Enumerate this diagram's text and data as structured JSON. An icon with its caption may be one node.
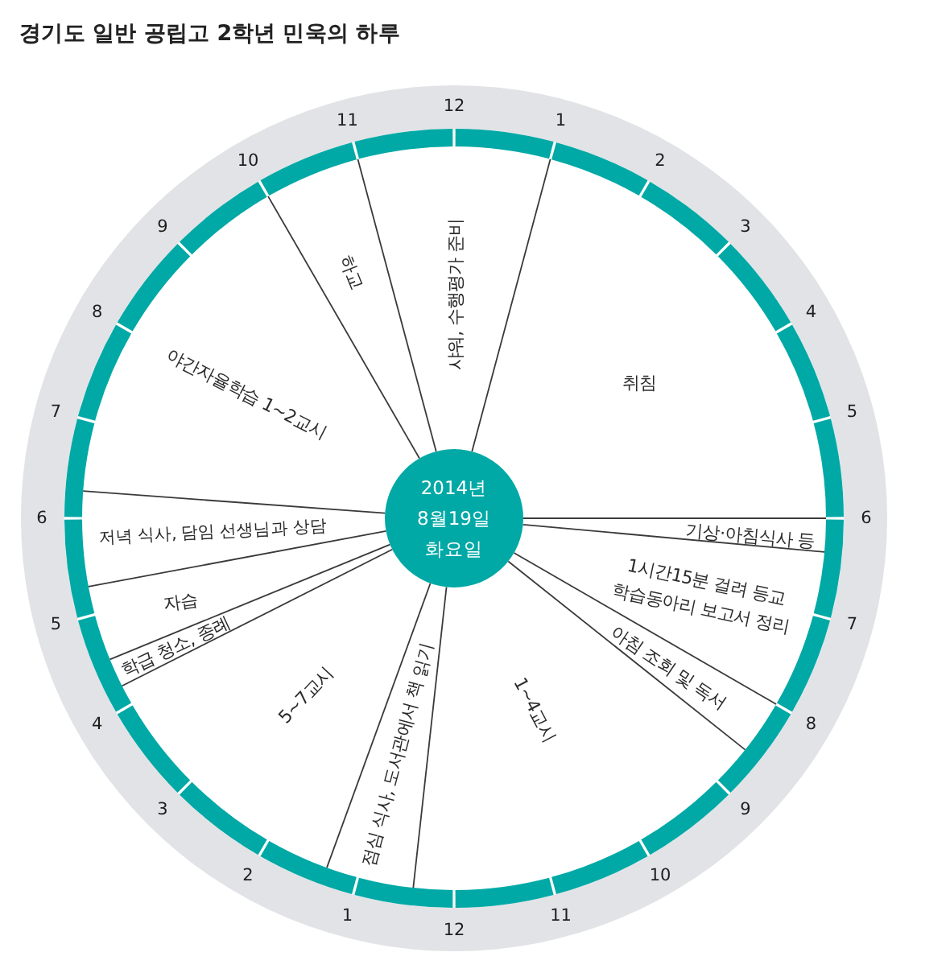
{
  "diagram": {
    "title": "경기도 일반 공립고 2학년 민욱의 하루",
    "nodes": [
      {
        "text": [
          "2014년 8월19일 화요일"
        ]
      },
      {
        "text": [
          "샤워, 수행평가 준비"
        ]
      },
      {
        "text": [
          "취침"
        ]
      },
      {
        "text": [
          "기상·아침식사 등"
        ]
      },
      {
        "text": [
          "1시간15분 걸려 등교 학습동아리 보고서 정리"
        ]
      },
      {
        "text": [
          "아침 조회 및 독서"
        ]
      },
      {
        "text": [
          "1~4교시"
        ]
      },
      {
        "text": [
          "점심 식사, 도서관에서 책 읽기"
        ]
      },
      {
        "text": [
          "5~7교시"
        ]
      },
      {
        "text": [
          "학급 청소, 종례"
        ]
      },
      {
        "text": [
          "자습"
        ]
      },
      {
        "text": [
          "저녁 식사, 담임 선생님과 상담"
        ]
      },
      {
        "text": [
          "야간자율학습 1~2교시"
        ]
      },
      {
        "text": [
          "하교"
        ]
      }
    ],
    "labels": [
      "12",
      "1",
      "2",
      "3",
      "4",
      "5",
      "6",
      "7",
      "8",
      "9",
      "10",
      "11",
      "12",
      "1",
      "2",
      "3",
      "4",
      "5",
      "6",
      "7",
      "8",
      "9",
      "10",
      "11"
    ]
  }
}
